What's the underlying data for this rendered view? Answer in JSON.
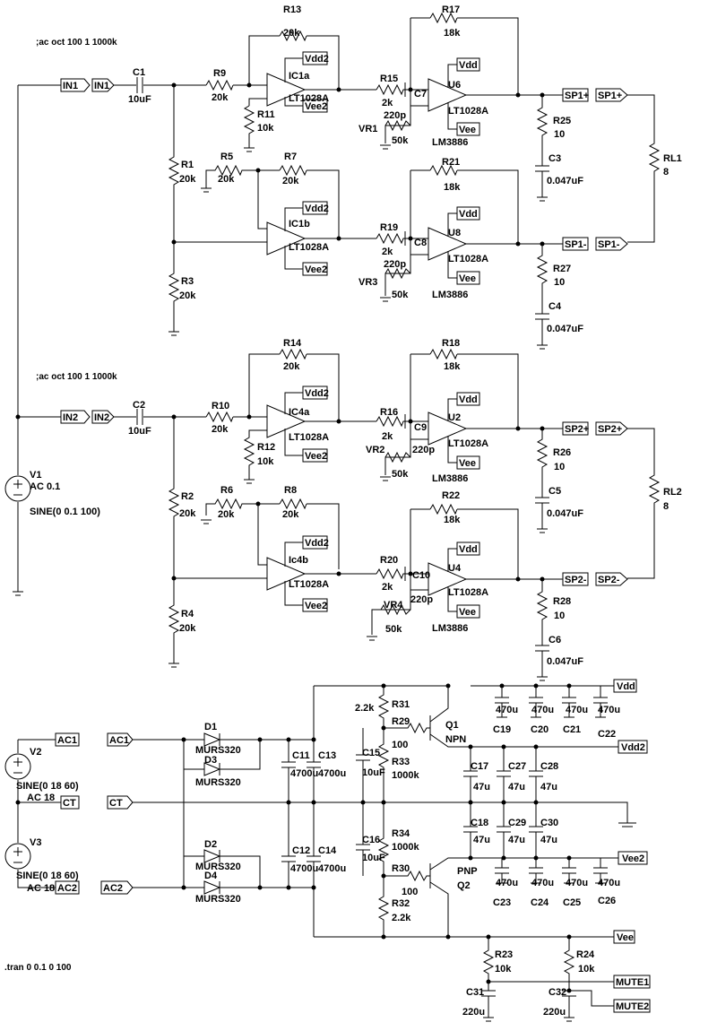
{
  "directives": {
    "ac1": ";ac oct 100 1 1000k",
    "ac2": ";ac oct 100 1 1000k",
    "tran": ".tran 0 0.1 0 100"
  },
  "labels": {
    "R13": "R13",
    "R13v": "20k",
    "R17": "R17",
    "R17v": "18k",
    "C1": "C1",
    "C1v": "10uF",
    "R9": "R9",
    "R9v": "20k",
    "IC1a": "IC1a",
    "IC1av": "LT1028A",
    "Vdd2_1": "Vdd2",
    "Vee2_1": "Vee2",
    "R11": "R11",
    "R11v": "10k",
    "R15": "R15",
    "R15v": "2k",
    "C7": "C7",
    "C7v": "220p",
    "VR1": "VR1",
    "VR1v": "50k",
    "U6": "U6",
    "U6v": "LT1028A",
    "U6p": "LM3886",
    "Vdd_1": "Vdd",
    "Vee_1": "Vee",
    "R25": "R25",
    "R25v": "10",
    "C3": "C3",
    "C3v": "0.047uF",
    "SP1p": "SP1+",
    "SP1p2": "SP1+",
    "RL1": "RL1",
    "RL1v": "8",
    "R1": "R1",
    "R1v": "20k",
    "R5": "R5",
    "R5v": "20k",
    "R7": "R7",
    "R7v": "20k",
    "R21": "R21",
    "R21v": "18k",
    "IC1b": "IC1b",
    "IC1bv": "LT1028A",
    "Vdd2_2": "Vdd2",
    "Vee2_2": "Vee2",
    "R19": "R19",
    "R19v": "2k",
    "C8": "C8",
    "C8v": "220p",
    "VR3": "VR3",
    "VR3v": "50k",
    "U8": "U8",
    "U8v": "LT1028A",
    "U8p": "LM3886",
    "Vdd_2": "Vdd",
    "Vee_2": "Vee",
    "SP1m": "SP1-",
    "SP1m2": "SP1-",
    "R27": "R27",
    "R27v": "10",
    "C4": "C4",
    "C4v": "0.047uF",
    "R3": "R3",
    "R3v": "20k",
    "IN1": "IN1",
    "IN1b": "IN1",
    "R14": "R14",
    "R14v": "20k",
    "R18": "R18",
    "R18v": "18k",
    "IN2": "IN2",
    "IN2b": "IN2",
    "C2": "C2",
    "C2v": "10uF",
    "R10": "R10",
    "R10v": "20k",
    "IC4a": "IC4a",
    "IC4av": "LT1028A",
    "Vdd2_3": "Vdd2",
    "Vee2_3": "Vee2",
    "R12": "R12",
    "R12v": "10k",
    "R16": "R16",
    "R16v": "2k",
    "C9": "C9",
    "C9v": "220p",
    "VR2": "VR2",
    "VR2v": "50k",
    "U2": "U2",
    "U2v": "LT1028A",
    "U2p": "LM3886",
    "Vdd_3": "Vdd",
    "Vee_3": "Vee",
    "SP2p": "SP2+",
    "SP2p2": "SP2+",
    "R26": "R26",
    "R26v": "10",
    "C5": "C5",
    "C5v": "0.047uF",
    "RL2": "RL2",
    "RL2v": "8",
    "V1": "V1",
    "V1a": "AC 0.1",
    "V1s": "SINE(0 0.1 100)",
    "R2": "R2",
    "R2v": "20k",
    "R6": "R6",
    "R6v": "20k",
    "R8": "R8",
    "R8v": "20k",
    "R22": "R22",
    "R22v": "18k",
    "IC4b": "Ic4b",
    "IC4bv": "LT1028A",
    "Vdd2_4": "Vdd2",
    "Vee2_4": "Vee2",
    "R20": "R20",
    "R20v": "2k",
    "C10": "C10",
    "C10v": "220p",
    "VR4": "VR4",
    "VR4v": "50k",
    "U4": "U4",
    "U4v": "LT1028A",
    "U4p": "LM3886",
    "Vdd_4": "Vdd",
    "Vee_4": "Vee",
    "SP2m": "SP2-",
    "SP2m2": "SP2-",
    "R28": "R28",
    "R28v": "10",
    "C6": "C6",
    "C6v": "0.047uF",
    "R4": "R4",
    "R4v": "20k",
    "R31": "R31",
    "R31v": "2.2k",
    "R29": "R29",
    "R29v": "100",
    "Q1": "Q1",
    "Q1v": "NPN",
    "VddT": "Vdd",
    "Vdd2T": "Vdd2",
    "C19": "C19",
    "C20": "C20",
    "C21": "C21",
    "C22": "C22",
    "C19v": "470u",
    "C20v": "470u",
    "C21v": "470u",
    "C22v": "470u",
    "V2": "V2",
    "V2s": "SINE(0 18 60)",
    "V2a": "AC 18",
    "AC1": "AC1",
    "AC1b": "AC1",
    "D1": "D1",
    "D1v": "MURS320",
    "D3": "D3",
    "D3v": "MURS320",
    "C11": "C11",
    "C11v": "4700u",
    "C13": "C13",
    "C13v": "4700u",
    "C15": "C15",
    "C15v": "10uF",
    "R33": "R33",
    "R33v": "1000k",
    "C17": "C17",
    "C17v": "47u",
    "C27": "C27",
    "C27v": "47u",
    "C28": "C28",
    "C28v": "47u",
    "CT": "CT",
    "CTb": "CT",
    "C18": "C18",
    "C18v": "47u",
    "C29": "C29",
    "C29v": "47u",
    "C30": "C30",
    "C30v": "47u",
    "R34": "R34",
    "R34v": "1000k",
    "C16": "C16",
    "C16v": "10uF",
    "V3": "V3",
    "V3s": "SINE(0 18 60)",
    "V3a": "AC 18",
    "AC2": "AC2",
    "AC2b": "AC2",
    "D2": "D2",
    "D2v": "MURS320",
    "D4": "D4",
    "D4v": "MURS320",
    "C12": "C12",
    "C12v": "4700u",
    "C14": "C14",
    "C14v": "4700u",
    "R30": "R30",
    "R30v": "100",
    "Q2": "Q2",
    "Q2v": "PNP",
    "Vee2T": "Vee2",
    "C23": "C23",
    "C24": "C24",
    "C25": "C25",
    "C26": "C26",
    "C23v": "470u",
    "C24v": "470u",
    "C25v": "470u",
    "C26v": "470u",
    "R32": "R32",
    "R32v": "2.2k",
    "VeeT": "Vee",
    "R23": "R23",
    "R23v": "10k",
    "R24": "R24",
    "R24v": "10k",
    "C31": "C31",
    "C31v": "220u",
    "C32": "C32",
    "C32v": "220u",
    "MUTE1": "MUTE1",
    "MUTE2": "MUTE2"
  }
}
